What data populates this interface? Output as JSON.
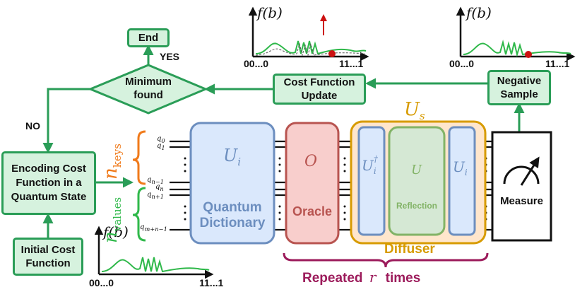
{
  "flow": {
    "end": "End",
    "yes": "YES",
    "no": "NO",
    "minimum_found": "Minimum\nfound",
    "cost_update": "Cost Function\nUpdate",
    "negative_sample": "Negative\nSample",
    "encoding": "Encoding Cost\nFunction in a\nQuantum State",
    "initial": "Initial Cost\nFunction"
  },
  "plots": {
    "f_label": "f(b)",
    "x_start": "00...0",
    "x_end": "11...1"
  },
  "circuit": {
    "n_keys": "n",
    "n_keys_sub": "keys",
    "n_values": "n",
    "n_values_sub": "values",
    "qubit_labels": [
      "q0",
      "q1",
      "qn-1",
      "qn",
      "qn+1",
      "qm+n-1"
    ],
    "qubit_subs": [
      "0",
      "1",
      "n−1",
      "n",
      "n+1",
      "m+n−1"
    ],
    "ui_symbol": "U",
    "ui_sub": "i",
    "quantum_dictionary": "Quantum\nDictionary",
    "oracle_symbol": "O",
    "oracle": "Oracle",
    "us_symbol": "U",
    "us_sub": "s",
    "ui_dagger_symbol": "U",
    "ui_dagger_sub": "i",
    "ui_dagger_sup": "†",
    "u_symbol": "U",
    "reflection": "Reflection",
    "ui2_symbol": "U",
    "ui2_sub": "i",
    "diffuser": "Diffuser",
    "measure": "Measure",
    "repeated": "Repeated",
    "r_symbol": "r",
    "times": "times"
  },
  "colors": {
    "green": "#2a9d57",
    "green_fill": "#d6f2de",
    "blue": "#6c8ebf",
    "blue_fill": "#dae8fc",
    "red": "#b85450",
    "red_fill": "#f8cecc",
    "orange": "#d79b00",
    "orange_fill": "#ffe6cc",
    "purple": "#9c1b5b",
    "keys_orange": "#f07a1a",
    "values_green": "#2fb84a"
  }
}
